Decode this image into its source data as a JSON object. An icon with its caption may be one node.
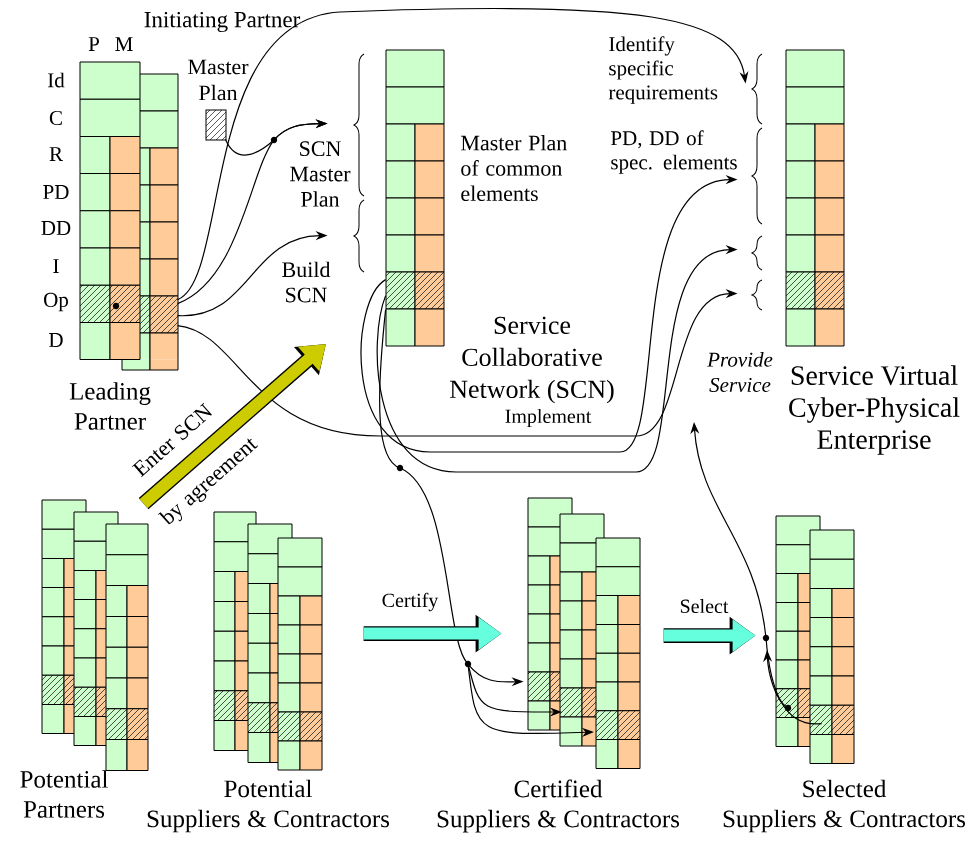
{
  "diagram": {
    "nodes": [
      {
        "text": [
          "Leading Partner"
        ]
      },
      {
        "text": [
          "Master Plan"
        ]
      },
      {
        "text": [
          "Service Collaborative Network (SCN)"
        ]
      },
      {
        "text": [
          "Service Virtual Cyber-Physical Enterprise"
        ]
      },
      {
        "text": [
          "Potential Partners"
        ]
      },
      {
        "text": [
          "Potential Suppliers & Contractors"
        ]
      },
      {
        "text": [
          "Certified Suppliers & Contractors"
        ]
      },
      {
        "text": [
          "Selected Suppliers & Contractors"
        ]
      }
    ],
    "edges": [
      {
        "from": 0,
        "to": 3,
        "arrow": "to"
      },
      {
        "from": 1,
        "to": 2,
        "arrow": "to"
      },
      {
        "from": 0,
        "to": 2,
        "arrow": "to"
      },
      {
        "from": 0,
        "to": 2,
        "arrow": "to"
      },
      {
        "from": 0,
        "to": 3,
        "arrow": "to",
        "label": "Implement"
      },
      {
        "from": 2,
        "to": 3,
        "arrow": "to"
      },
      {
        "from": 2,
        "to": 3,
        "arrow": "to"
      },
      {
        "from": 2,
        "to": 6,
        "arrow": "to"
      },
      {
        "from": 7,
        "to": null,
        "arrow": "to",
        "label": "Provide Service"
      },
      {
        "from": 4,
        "to": null,
        "arrow": "to",
        "label": "Enter SCN by agreement",
        "style": "thick",
        "color": "#cccc00"
      },
      {
        "from": 5,
        "to": 6,
        "arrow": "to",
        "label": "Certify",
        "style": "thick",
        "color": "#66ffdd"
      },
      {
        "from": 6,
        "to": 7,
        "arrow": "to",
        "label": "Select",
        "style": "thick",
        "color": "#66ffdd"
      }
    ],
    "labels": [
      "Initiating Partner",
      "P",
      "M",
      "Id",
      "C",
      "R",
      "PD",
      "DD",
      "I",
      "Op",
      "D",
      "SCN Master Plan",
      "Build SCN",
      "Master Plan of common elements",
      "Identify specific requirements",
      "PD, DD of spec. elements"
    ]
  }
}
